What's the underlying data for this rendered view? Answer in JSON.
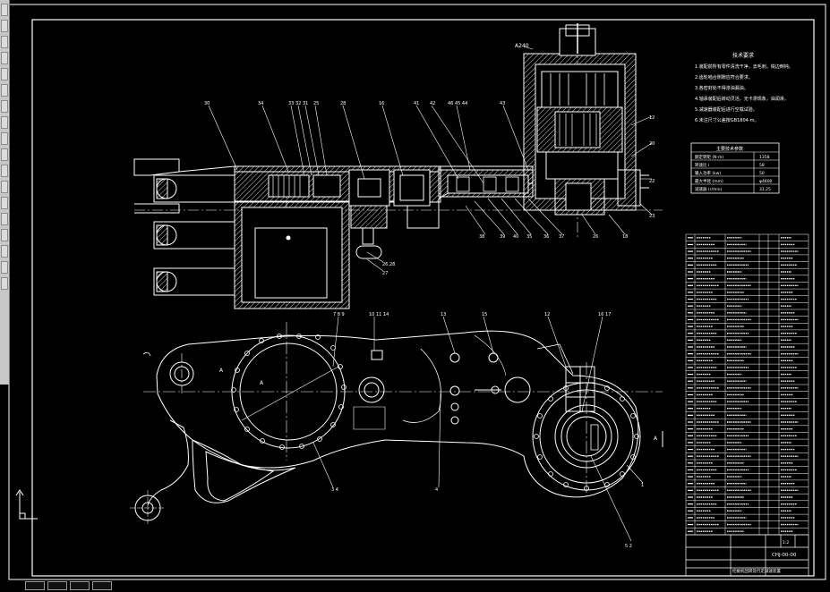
{
  "drawing": {
    "top_label": "A240",
    "notes_title": "技术要求",
    "notes": [
      "1.装配前所有零件清洗干净，去毛刺，锐边倒钝。",
      "2.齿轮啮合侧隙应符合要求。",
      "3.各密封处不得渗油漏油。",
      "4.轴承装配后转动灵活，无卡滞现象，油润滑。",
      "5.减速器装配后进行空载试验。",
      "6.未注尺寸公差按GB1804-m。"
    ],
    "param_table": {
      "title": "主要技术参数",
      "rows": [
        [
          "额定转矩 (N·m)",
          "1358"
        ],
        [
          "转速比 i",
          "58"
        ],
        [
          "输入功率 (kw)",
          "50"
        ],
        [
          "最大半径 (mm)",
          "φ4600"
        ],
        [
          "减速器 (r/min)",
          "31.25"
        ]
      ]
    },
    "title_block": {
      "drawing_no": "CHJ-00-00",
      "name": "挖掘机回转及行走减速装置",
      "scale": "1:2"
    },
    "section_marks": [
      "A",
      "A",
      "A"
    ]
  }
}
